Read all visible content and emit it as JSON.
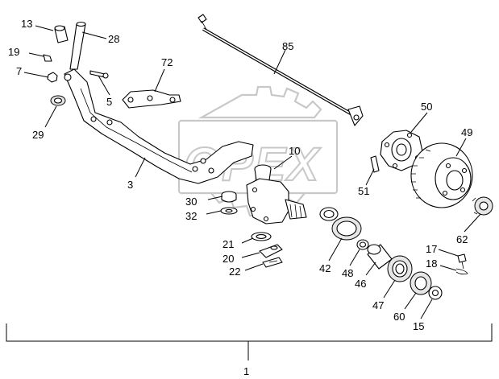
{
  "watermark": {
    "brand": "OPEX"
  },
  "callouts": [
    {
      "id": "13",
      "label": "13"
    },
    {
      "id": "28",
      "label": "28"
    },
    {
      "id": "19",
      "label": "19"
    },
    {
      "id": "7",
      "label": "7"
    },
    {
      "id": "72",
      "label": "72"
    },
    {
      "id": "5",
      "label": "5"
    },
    {
      "id": "29",
      "label": "29"
    },
    {
      "id": "85",
      "label": "85"
    },
    {
      "id": "50",
      "label": "50"
    },
    {
      "id": "49",
      "label": "49"
    },
    {
      "id": "3",
      "label": "3"
    },
    {
      "id": "10",
      "label": "10"
    },
    {
      "id": "51",
      "label": "51"
    },
    {
      "id": "30",
      "label": "30"
    },
    {
      "id": "32",
      "label": "32"
    },
    {
      "id": "62",
      "label": "62"
    },
    {
      "id": "21",
      "label": "21"
    },
    {
      "id": "20",
      "label": "20"
    },
    {
      "id": "22",
      "label": "22"
    },
    {
      "id": "42",
      "label": "42"
    },
    {
      "id": "48",
      "label": "48"
    },
    {
      "id": "46",
      "label": "46"
    },
    {
      "id": "17",
      "label": "17"
    },
    {
      "id": "18",
      "label": "18"
    },
    {
      "id": "47",
      "label": "47"
    },
    {
      "id": "60",
      "label": "60"
    },
    {
      "id": "15",
      "label": "15"
    },
    {
      "id": "1",
      "label": "1"
    }
  ]
}
